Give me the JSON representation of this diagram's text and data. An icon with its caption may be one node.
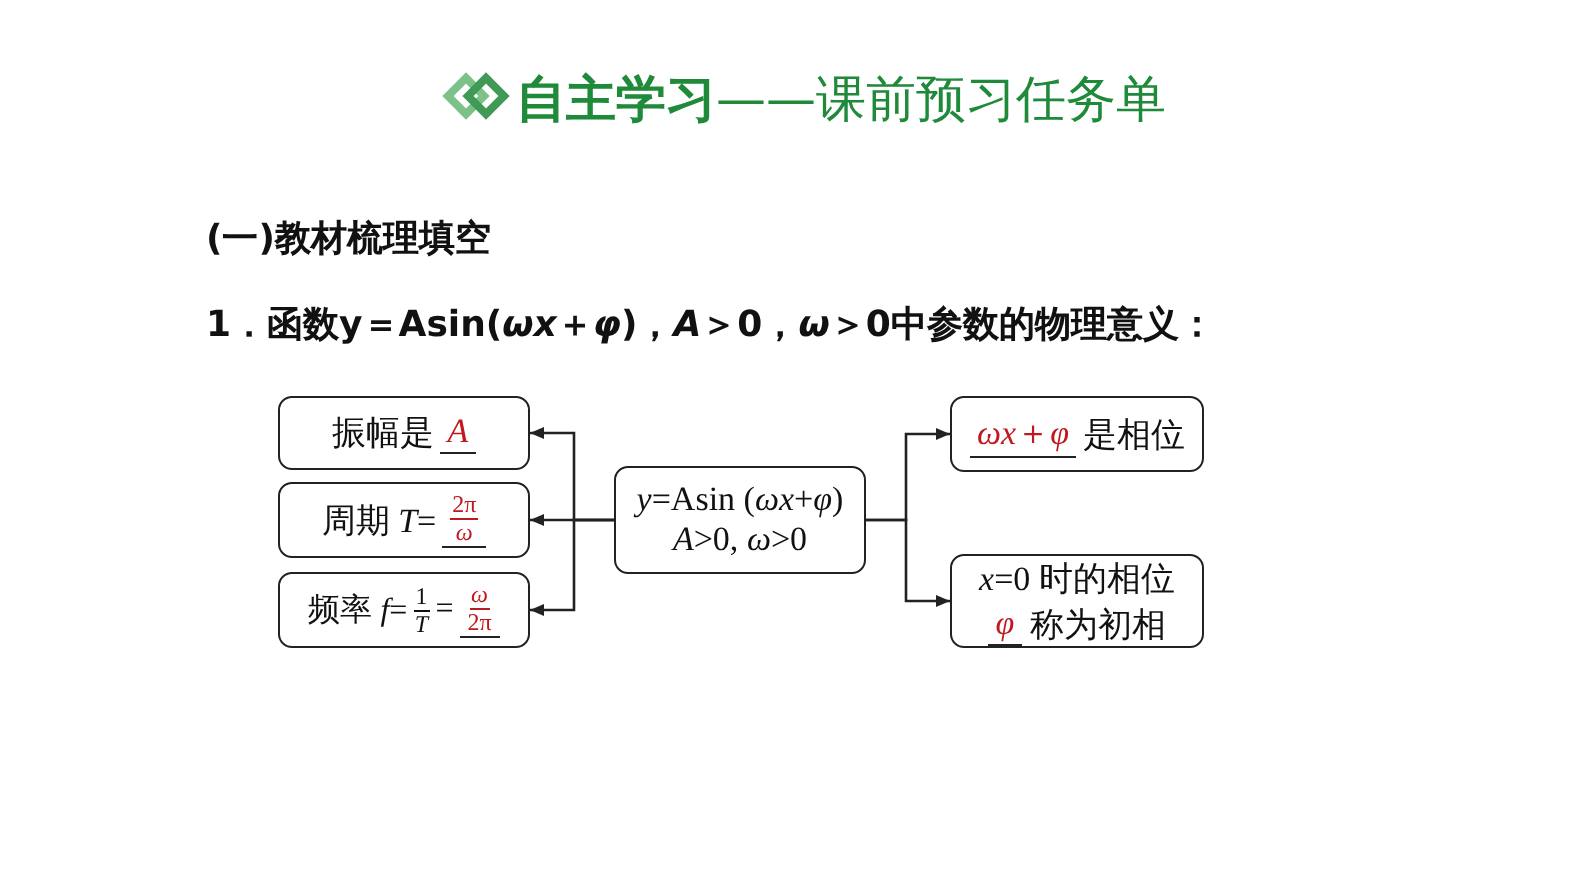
{
  "diagram": {
    "title": "**自主学习**——课前预习任务单",
    "nodes": [
      {
        "text": [
          "*y*=Asin (*ωx*+*φ*)",
          "*A*>0, *ω*>0"
        ]
      },
      {
        "text": [
          "振幅是",
          "*A*"
        ]
      },
      {
        "text": [
          "周期 *T*=",
          "2π",
          "*ω*"
        ]
      },
      {
        "text": [
          "频率 *f*=",
          "1",
          "*T*",
          "=",
          "*ω*",
          "2π"
        ]
      },
      {
        "text": [
          "*ωx*＋*φ*",
          "是相位"
        ]
      },
      {
        "text": [
          "*x*=0 时的相位",
          "*φ*",
          "称为初相"
        ]
      }
    ],
    "edges": [
      {
        "from": 0,
        "to": 1,
        "arrow": "to"
      },
      {
        "from": 0,
        "to": 2,
        "arrow": "to"
      },
      {
        "from": 0,
        "to": 3,
        "arrow": "to"
      },
      {
        "from": 0,
        "to": 4,
        "arrow": "to"
      },
      {
        "from": 0,
        "to": 5,
        "arrow": "to"
      }
    ],
    "labels": [
      "(一)教材梳理填空",
      "1．函数y＝Asin(*ωx*＋*φ*)，*A*＞0，*ω*＞0中参数的物理意义："
    ]
  }
}
